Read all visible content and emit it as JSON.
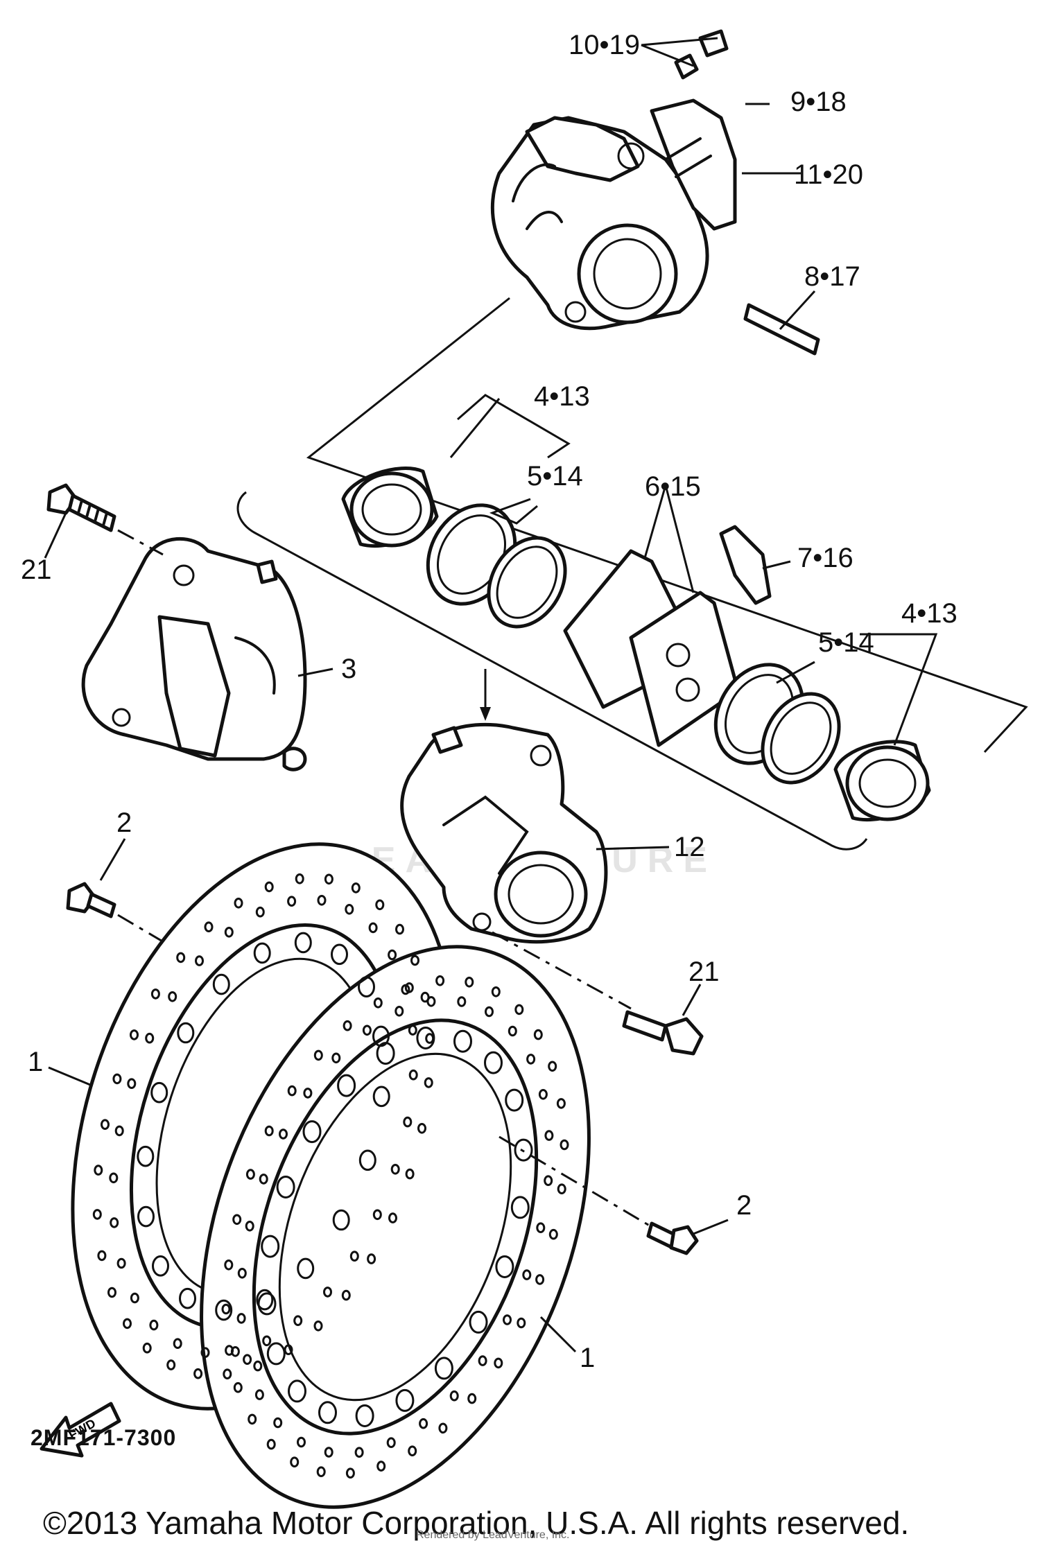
{
  "callouts": {
    "c_10_19": "10•19",
    "c_9_18": "9•18",
    "c_11_20": "11•20",
    "c_8_17": "8•17",
    "c_4_13_top": "4•13",
    "c_5_14_top": "5•14",
    "c_6_15": "6•15",
    "c_7_16": "7•16",
    "c_4_13_right": "4•13",
    "c_5_14_right": "5•14",
    "c_21_left": "21",
    "c_3": "3",
    "c_12": "12",
    "c_2_upper": "2",
    "c_21_lower": "21",
    "c_1_left": "1",
    "c_2_lower": "2",
    "c_1_right": "1"
  },
  "fwd_label": "FWD",
  "watermark": "LEADVENTURE",
  "part_code": "2MF171-7300",
  "copyright": "©2013 Yamaha Motor Corporation, U.S.A. All rights reserved.",
  "render_credit": "Rendered by LeadVenture, Inc."
}
